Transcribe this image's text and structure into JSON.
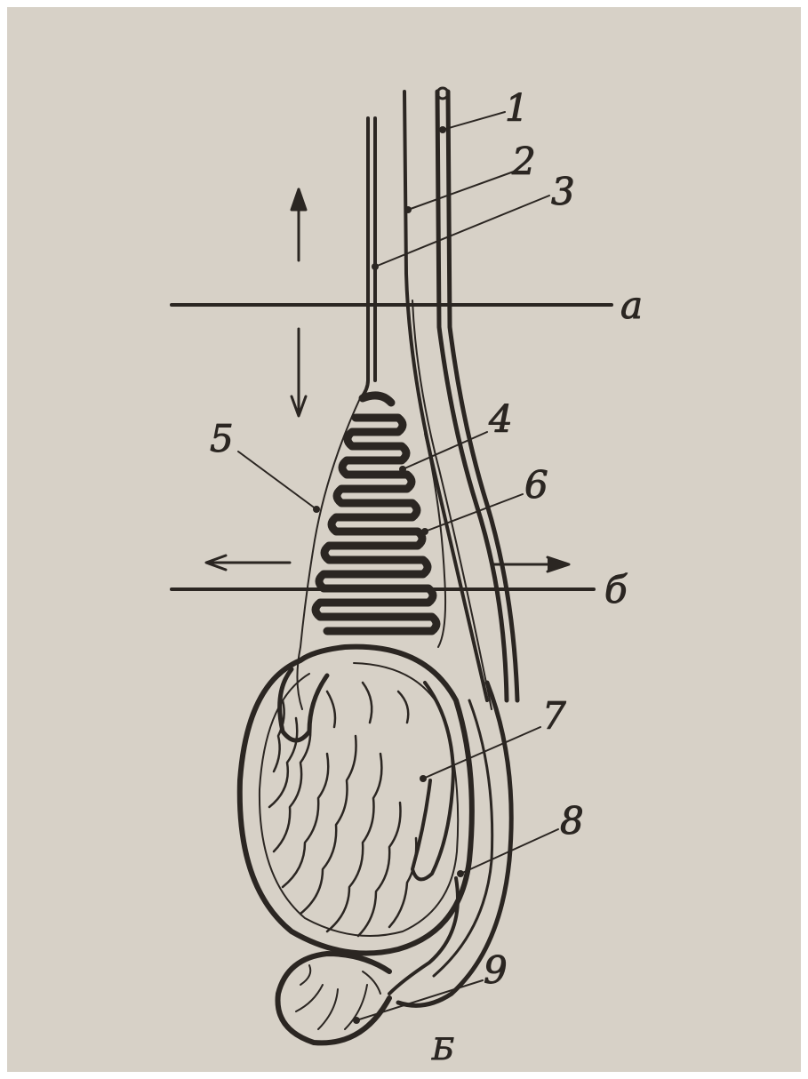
{
  "labels": {
    "n1": "1",
    "n2": "2",
    "n3": "3",
    "n4": "4",
    "n5": "5",
    "n6": "6",
    "n7": "7",
    "n8": "8",
    "n9": "9",
    "a": "а",
    "b": "б",
    "B": "Б"
  },
  "colors": {
    "paper": "#d7d1c7",
    "ink": "#2b2622"
  }
}
